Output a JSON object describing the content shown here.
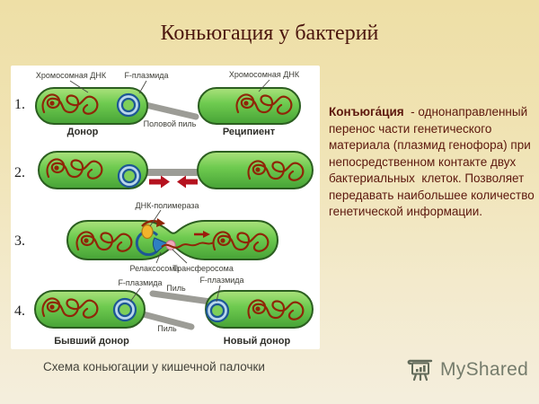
{
  "title": "Коньюгация у бактерий",
  "definition": {
    "term": "Конъюга́ция",
    "body": "  - однонаправленный перенос части генетического материала (плазмид генофора) при непосредственном контакте двух бактериальных  клеток. Позволяет передавать наибольшее количество генетической информации."
  },
  "caption": "Схема коньюгации у кишечной палочки",
  "watermark": {
    "brand": "MyShared"
  },
  "diagram": {
    "steps": [
      "1.",
      "2.",
      "3.",
      "4."
    ],
    "labels": {
      "chromosomal_dna_left": "Хромосомная ДНК",
      "f_plasmid_top": "F-плазмида",
      "chromosomal_dna_right": "Хромосомная ДНК",
      "sex_pilus": "Половой пиль",
      "donor": "Донор",
      "recipient": "Реципиент",
      "dna_polymerase": "ДНК-полимераза",
      "relaxosome": "Релаксосома",
      "transferosome": "Трансферосома",
      "f_plasmid_left": "F-плазмида",
      "f_plasmid_right": "F-плазмида",
      "pilus_top": "Пиль",
      "pilus_bottom": "Пиль",
      "former_donor": "Бывший донор",
      "new_donor": "Новый донор"
    },
    "colors": {
      "background_top": "#eedfa6",
      "background_bottom": "#f4eedd",
      "title_text": "#4b160e",
      "definition_text": "#5c170d",
      "cell_green": "#6fcb50",
      "cell_outline": "#2b5e20",
      "dna_red": "#8f2608",
      "plasmid_blue": "#1d5795",
      "pilus_gray": "#9c9c96",
      "arrow_red": "#b5121f",
      "watermark_gray": "#6b7363",
      "panel_background": "#ffffff"
    }
  }
}
